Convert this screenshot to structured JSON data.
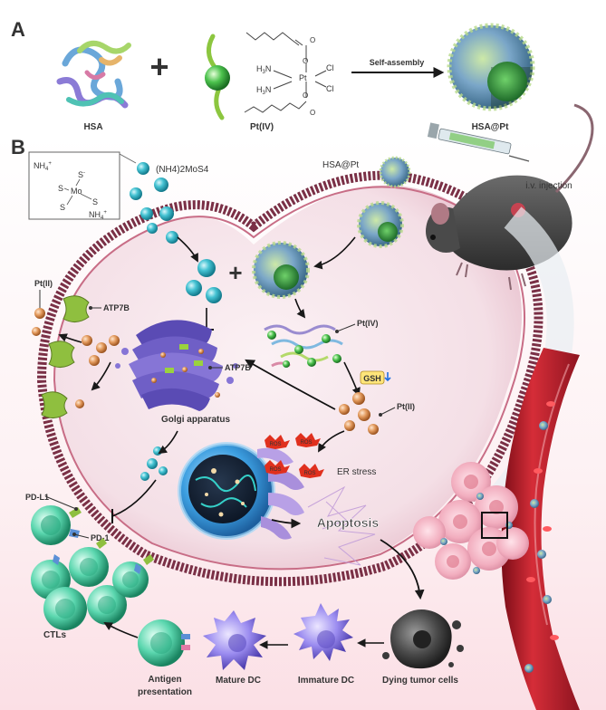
{
  "panels": {
    "a": "A",
    "b": "B"
  },
  "panel_a": {
    "protein_label": "HSA",
    "plus": "+",
    "drug_label": "Pt(IV)",
    "formula": {
      "h3n_top": "H",
      "sub3_top": "3",
      "n_top": "N",
      "h3n_bottom": "H",
      "sub3_bottom": "3",
      "n_bottom": "N",
      "pt": "Pt",
      "cl_top": "Cl",
      "cl_bottom": "Cl",
      "o_top": "O",
      "o_bottom": "O"
    },
    "arrow_label": "Self-assembly",
    "product_label": "HSA@Pt"
  },
  "panel_b": {
    "inset_labels": {
      "nh4_top": "NH",
      "nh4_top_sub": "4",
      "nh4_top_sup": "+",
      "s_top": "S",
      "s_top_sup": "-",
      "s_left": "S",
      "mo": "Mo",
      "s_right": "S",
      "s_bottom": "S",
      "nh4_bottom": "NH",
      "nh4_bottom_sub": "4",
      "nh4_bottom_sup": "+"
    },
    "mos4_label": "(NH4)2MoS4",
    "hsa_pt_label": "HSA@Pt",
    "injection_label": "i.v. injection",
    "plus": "+",
    "pt2_left": "Pt(II)",
    "atp7b_membrane": "ATP7B",
    "atp7b_golgi": "ATP7B",
    "pt4_label": "Pt(IV)",
    "gsh_label": "GSH",
    "pt2_right": "Pt(II)",
    "golgi_label": "Golgi apparatus",
    "ros_labels": [
      "ROS",
      "ROS",
      "ROS",
      "ROS"
    ],
    "er_stress": "ER stress",
    "apoptosis": "Apoptosis",
    "pdl1": "PD-L1",
    "pd1": "PD-1",
    "ctls": "CTLs",
    "antigen": "Antigen",
    "presentation": "presentation",
    "mature_dc": "Mature DC",
    "immature_dc": "Immature DC",
    "dying_cells": "Dying tumor cells"
  },
  "colors": {
    "cell_fill": "#f6e4ea",
    "membrane": "#7a3046",
    "mos4_bead": "#3fb8c8",
    "pt_bead": "#d9935a",
    "golgi": "#6f5fc6",
    "nucleus": "#2f8fd6",
    "ctl": "#4fd1a8",
    "dc": "#8e7ee6",
    "vessel": "#c8202d"
  }
}
